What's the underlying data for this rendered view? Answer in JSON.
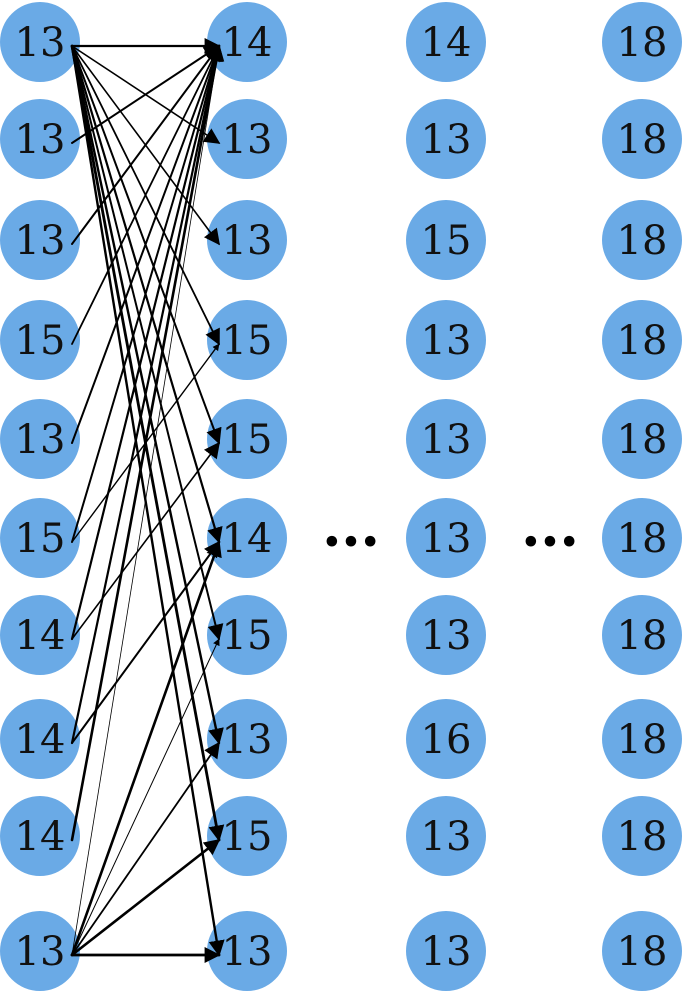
{
  "columns": [
    {
      "name": "column-1",
      "values": [
        "13",
        "13",
        "13",
        "15",
        "13",
        "15",
        "14",
        "14",
        "14",
        "13"
      ]
    },
    {
      "name": "column-2",
      "values": [
        "14",
        "13",
        "13",
        "15",
        "15",
        "14",
        "15",
        "13",
        "15",
        "13"
      ]
    },
    {
      "name": "column-3",
      "values": [
        "14",
        "13",
        "15",
        "13",
        "13",
        "13",
        "13",
        "16",
        "13",
        "13"
      ]
    },
    {
      "name": "column-4",
      "values": [
        "18",
        "18",
        "18",
        "18",
        "18",
        "18",
        "18",
        "18",
        "18",
        "18"
      ]
    }
  ],
  "ellipsis_symbol": "•••",
  "colors": {
    "node_fill": "#6aaae6",
    "edge": "#000000",
    "text": "#111111"
  },
  "edges": [
    {
      "from": 0,
      "to": 0,
      "w": 2.2
    },
    {
      "from": 0,
      "to": 1,
      "w": 1.6
    },
    {
      "from": 0,
      "to": 2,
      "w": 1.6
    },
    {
      "from": 0,
      "to": 3,
      "w": 1.8
    },
    {
      "from": 0,
      "to": 4,
      "w": 2.0
    },
    {
      "from": 0,
      "to": 5,
      "w": 2.2
    },
    {
      "from": 0,
      "to": 6,
      "w": 2.0
    },
    {
      "from": 0,
      "to": 7,
      "w": 2.4
    },
    {
      "from": 0,
      "to": 8,
      "w": 2.8
    },
    {
      "from": 0,
      "to": 9,
      "w": 2.4
    },
    {
      "from": 1,
      "to": 0,
      "w": 2.0
    },
    {
      "from": 2,
      "to": 0,
      "w": 2.0
    },
    {
      "from": 3,
      "to": 0,
      "w": 1.8
    },
    {
      "from": 4,
      "to": 0,
      "w": 2.0
    },
    {
      "from": 5,
      "to": 3,
      "w": 1.4
    },
    {
      "from": 5,
      "to": 0,
      "w": 2.0
    },
    {
      "from": 6,
      "to": 4,
      "w": 1.6
    },
    {
      "from": 6,
      "to": 0,
      "w": 2.2
    },
    {
      "from": 7,
      "to": 5,
      "w": 2.0
    },
    {
      "from": 7,
      "to": 0,
      "w": 2.2
    },
    {
      "from": 8,
      "to": 0,
      "w": 2.6
    },
    {
      "from": 9,
      "to": 0,
      "w": 0.8
    },
    {
      "from": 9,
      "to": 5,
      "w": 2.6
    },
    {
      "from": 9,
      "to": 6,
      "w": 1.0
    },
    {
      "from": 9,
      "to": 7,
      "w": 1.8
    },
    {
      "from": 9,
      "to": 8,
      "w": 2.6
    },
    {
      "from": 9,
      "to": 9,
      "w": 2.8
    }
  ]
}
